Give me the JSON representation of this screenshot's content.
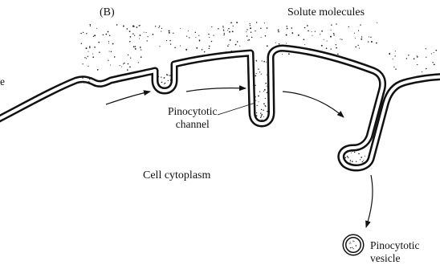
{
  "panel_letter": "(B)",
  "labels": {
    "solute_molecules": "Solute molecules",
    "pinocytotic_channel_line1": "Pinocytotic",
    "pinocytotic_channel_line2": "channel",
    "cell_cytoplasm": "Cell cytoplasm",
    "pinocytotic_vesicle_line1": "Pinocytotic",
    "pinocytotic_vesicle_line2": "vesicle",
    "cut_off_left": "e"
  },
  "colors": {
    "ink": "#111111",
    "background": "#ffffff"
  }
}
